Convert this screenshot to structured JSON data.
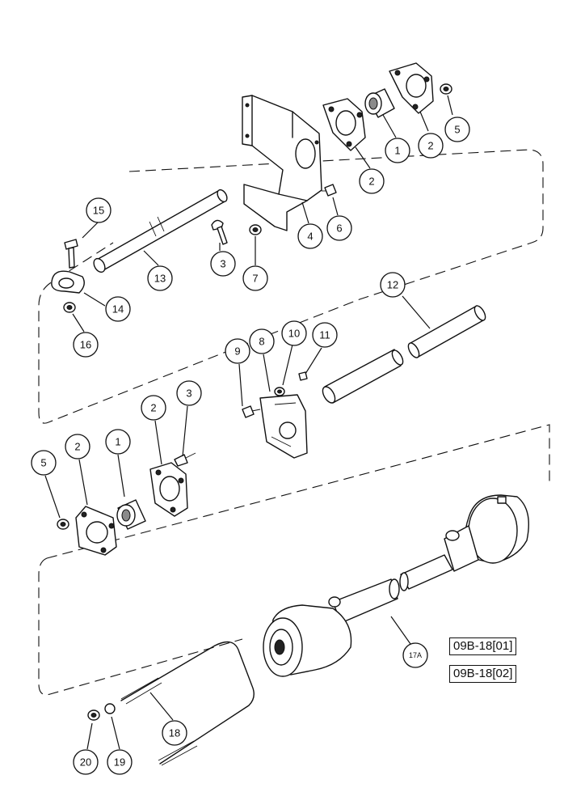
{
  "references": [
    "09B-18[01]",
    "09B-18[02]"
  ],
  "callouts": [
    {
      "id": "c1a",
      "label": "1"
    },
    {
      "id": "c2a",
      "label": "2"
    },
    {
      "id": "c2b",
      "label": "2"
    },
    {
      "id": "c5a",
      "label": "5"
    },
    {
      "id": "c4",
      "label": "4"
    },
    {
      "id": "c6",
      "label": "6"
    },
    {
      "id": "c3a",
      "label": "3"
    },
    {
      "id": "c7",
      "label": "7"
    },
    {
      "id": "c13",
      "label": "13"
    },
    {
      "id": "c15",
      "label": "15"
    },
    {
      "id": "c14",
      "label": "14"
    },
    {
      "id": "c16",
      "label": "16"
    },
    {
      "id": "c12",
      "label": "12"
    },
    {
      "id": "c9",
      "label": "9"
    },
    {
      "id": "c8",
      "label": "8"
    },
    {
      "id": "c10",
      "label": "10"
    },
    {
      "id": "c11",
      "label": "11"
    },
    {
      "id": "c5b",
      "label": "5"
    },
    {
      "id": "c2c",
      "label": "2"
    },
    {
      "id": "c1b",
      "label": "1"
    },
    {
      "id": "c2d",
      "label": "2"
    },
    {
      "id": "c3b",
      "label": "3"
    },
    {
      "id": "c17a",
      "label": "17A"
    },
    {
      "id": "c18",
      "label": "18"
    },
    {
      "id": "c20",
      "label": "20"
    },
    {
      "id": "c19",
      "label": "19"
    }
  ]
}
